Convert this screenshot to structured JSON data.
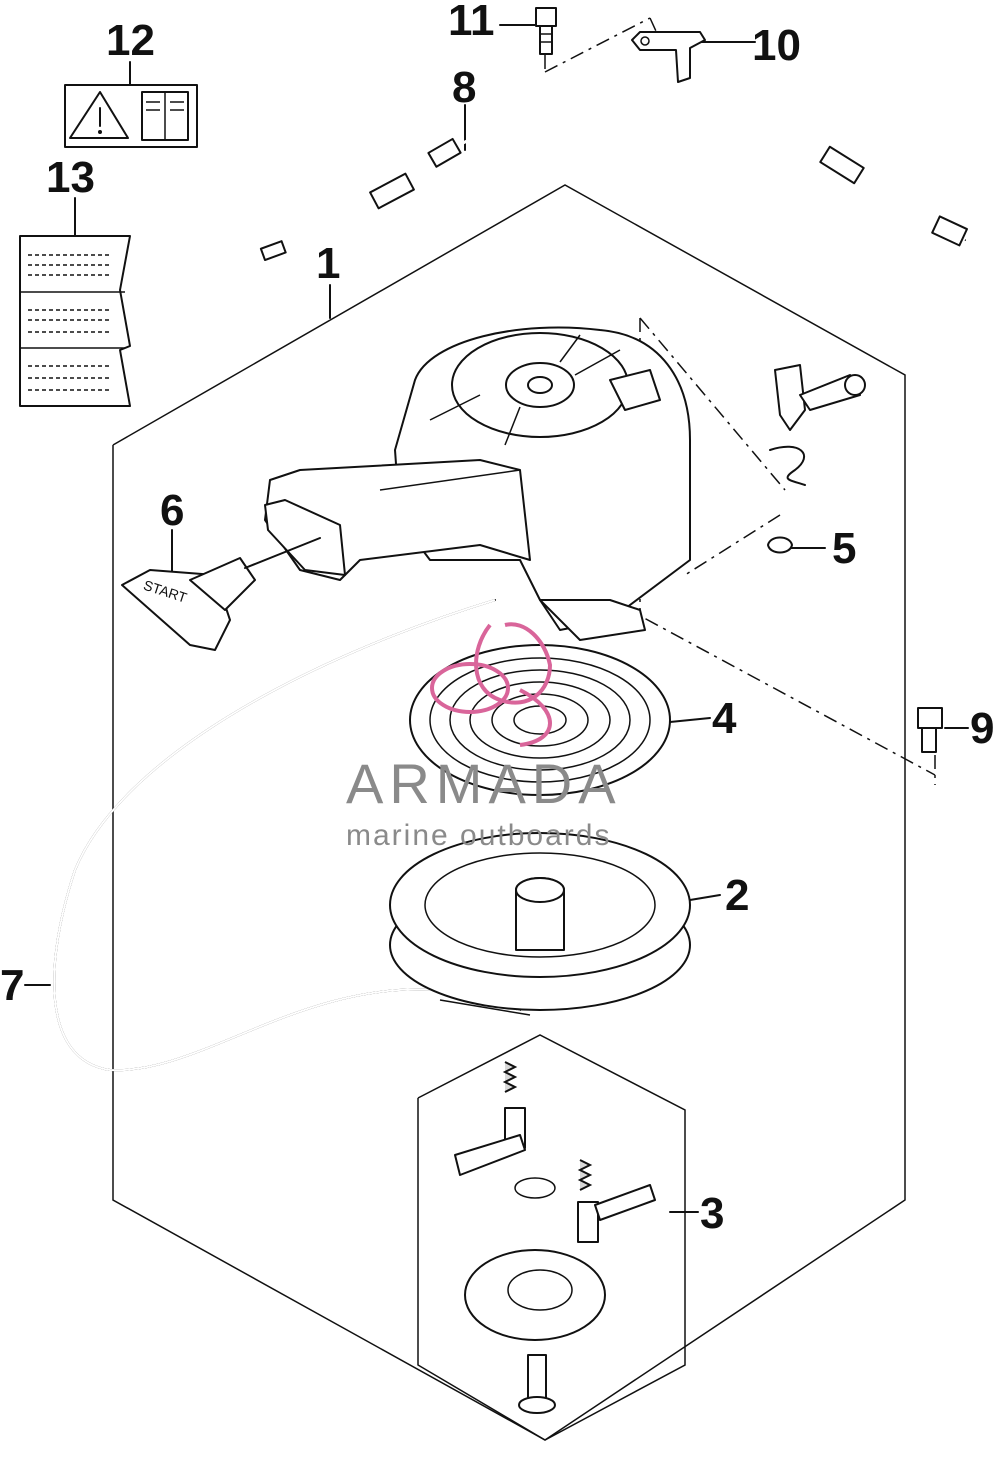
{
  "callouts": [
    {
      "id": "1",
      "text": "1"
    },
    {
      "id": "2",
      "text": "2"
    },
    {
      "id": "3",
      "text": "3"
    },
    {
      "id": "4",
      "text": "4"
    },
    {
      "id": "5",
      "text": "5"
    },
    {
      "id": "6",
      "text": "6"
    },
    {
      "id": "7",
      "text": "7"
    },
    {
      "id": "8",
      "text": "8"
    },
    {
      "id": "9",
      "text": "9"
    },
    {
      "id": "10",
      "text": "10"
    },
    {
      "id": "11",
      "text": "11"
    },
    {
      "id": "12",
      "text": "12"
    },
    {
      "id": "13",
      "text": "13"
    }
  ],
  "handle_text": "START",
  "watermark": {
    "brand": "ARMADA",
    "tagline": "marine outboards",
    "color": "#d9659a"
  },
  "colors": {
    "line": "#111111",
    "watermark_text": "#8a8a8a",
    "logo": "#d9659a"
  }
}
